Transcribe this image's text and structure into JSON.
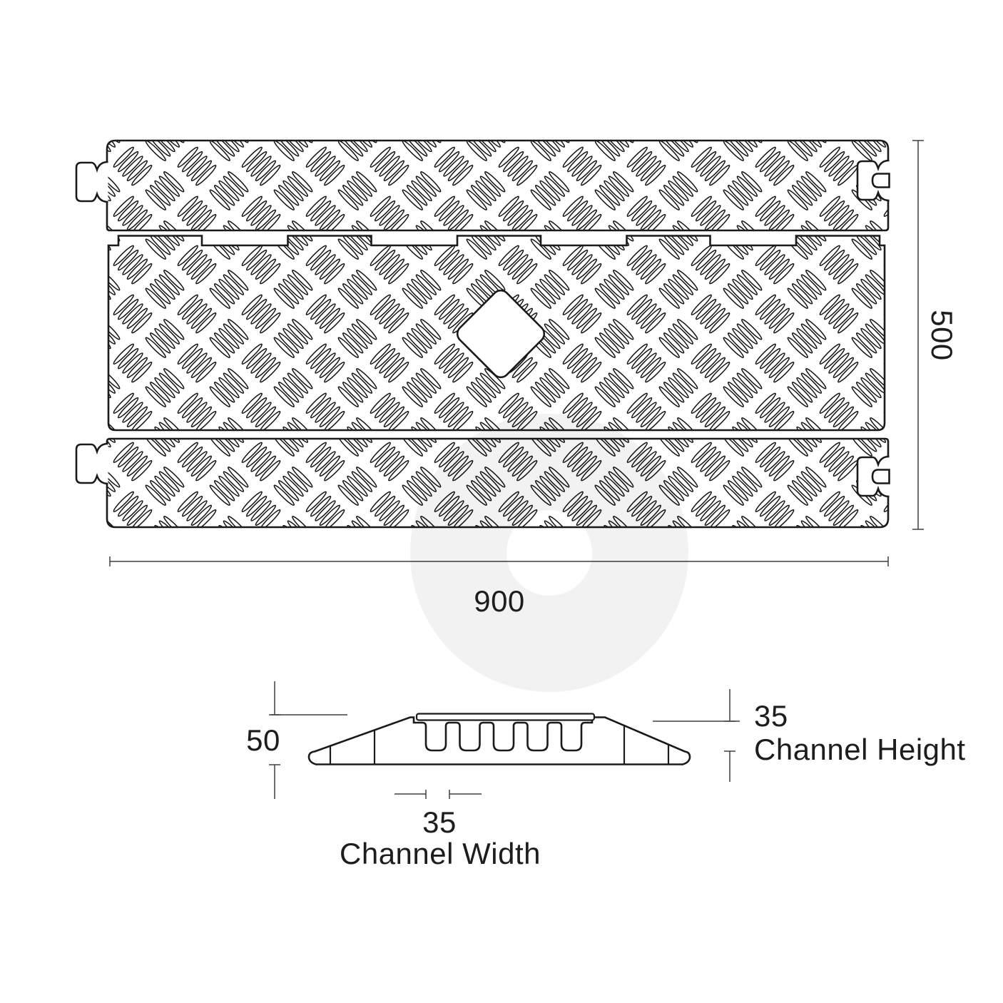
{
  "title": "Cable protector technical drawing",
  "labels": {
    "top_view": {
      "width": "900",
      "height": "500"
    },
    "section": {
      "overall_height": "50",
      "channel_height_value": "35",
      "channel_height_name": "Channel Height",
      "channel_width_value": "35",
      "channel_width_name": "Channel Width"
    }
  },
  "icons": {
    "tread_pattern": "checker-plate-tread",
    "watermark": "circular-watermark"
  },
  "colors": {
    "line": "#1a1a1a",
    "tread": "#161616",
    "dimension": "#3f3f3f",
    "text": "#1d1d1d",
    "watermark_alpha": "rgba(0,0,0,0.05)"
  }
}
